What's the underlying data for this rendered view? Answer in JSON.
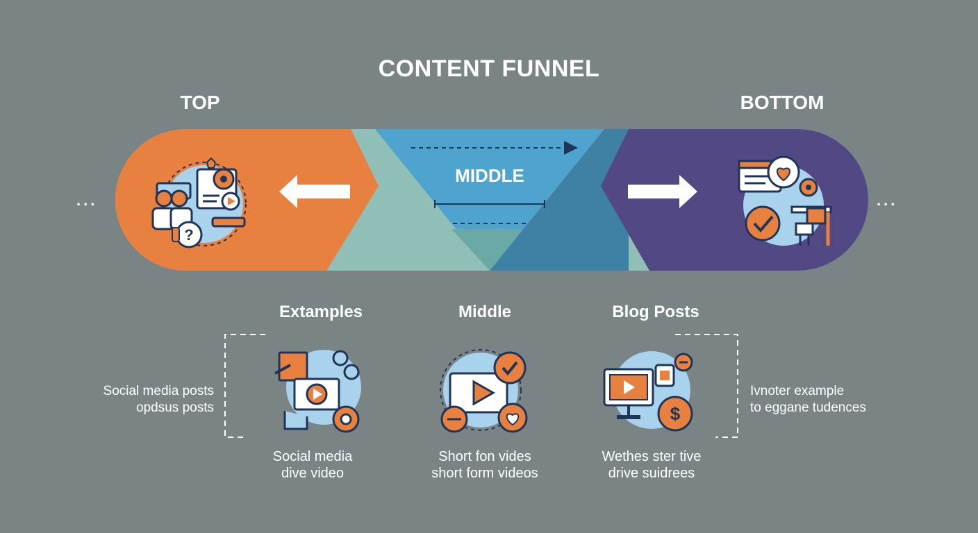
{
  "title": "CONTENT FUNNEL",
  "stages": {
    "top": "TOP",
    "middle": "MIDDLE",
    "bottom": "BOTTOM"
  },
  "ellipsis": "...",
  "columns": [
    {
      "heading": "Extamples",
      "caption_line1": "Social media",
      "caption_line2": "dive video"
    },
    {
      "heading": "Middle",
      "caption_line1": "Short fon vides",
      "caption_line2": "short form videos"
    },
    {
      "heading": "Blog Posts",
      "caption_line1": "Wethes ster tive",
      "caption_line2": "drive suidrees"
    }
  ],
  "side_left": {
    "line1": "Social media posts",
    "line2": "opdsus posts"
  },
  "side_right": {
    "line1": "Ivnoter example",
    "line2": "to eggane tudences"
  },
  "colors": {
    "background": "#7b8485",
    "top_orange": "#e88040",
    "middle_blue": "#4ea3cf",
    "middle_teal": "#8fbfb6",
    "bottom_purple": "#524984",
    "icon_navy": "#1f3557",
    "icon_light_blue": "#a9d2ec"
  }
}
